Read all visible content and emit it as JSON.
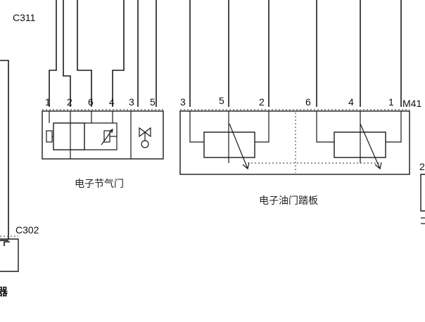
{
  "connectors": {
    "c311": "C311",
    "c302": "C302",
    "m41": "M41"
  },
  "throttle": {
    "label": "电子节气门",
    "pins": [
      "1",
      "2",
      "6",
      "4",
      "3",
      "5"
    ]
  },
  "pedal": {
    "label": "电子油门踏板",
    "pins": [
      "3",
      "5",
      "2",
      "6",
      "4",
      "1"
    ]
  },
  "left_partial_label": "器",
  "right_partial_pin": "2"
}
